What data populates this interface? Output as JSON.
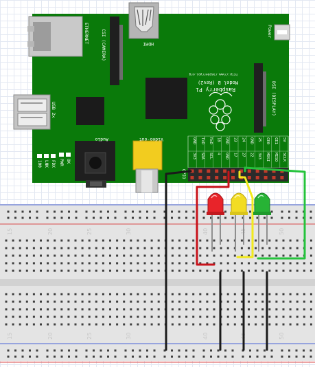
{
  "board": {
    "ethernet": "ETHERNET",
    "csi": "CSI (CAMERA)",
    "hdmi": "HDMI",
    "power": "Power",
    "usb": "USB 2x",
    "dsi": "DSI (DISPLAY)",
    "audio": "Audio",
    "video_out": "Video-out",
    "model_line1": "Raspberry Pi",
    "model_line2": "Model B (Rev2)",
    "url": "http://www.raspberrypi.org",
    "leds": [
      "OK",
      "PWR",
      "FDX",
      "LNK",
      "100"
    ],
    "gpio_label": "GPIO",
    "pin_labels_top": [
      "GND",
      "TxD",
      "RxD",
      "18",
      "GND",
      "23",
      "24",
      "GND",
      "25",
      "CE0",
      "CE1",
      "5V"
    ],
    "pin_labels_bottom": [
      "3V3",
      "SDA",
      "SCL",
      "4",
      "GND",
      "17",
      "27",
      "22",
      "3V3",
      "MOSI",
      "MISO",
      "SCLK"
    ]
  },
  "breadboard": {
    "column_numbers": [
      "15",
      "20",
      "25",
      "30",
      "40",
      "45",
      "50"
    ]
  },
  "led_colors": {
    "red": "#e8242a",
    "yellow": "#f2dc24",
    "green": "#27b335"
  },
  "wire_colors": {
    "red": "#c8121a",
    "yellow": "#f2ea1c",
    "green": "#25c33c",
    "black": "#1a1a1a"
  },
  "colors": {
    "board": "#0a7a0a",
    "bb_body": "#e4e4e4",
    "bb_strip_red": "#d84a4a",
    "bb_strip_blue": "#4a63d8"
  }
}
